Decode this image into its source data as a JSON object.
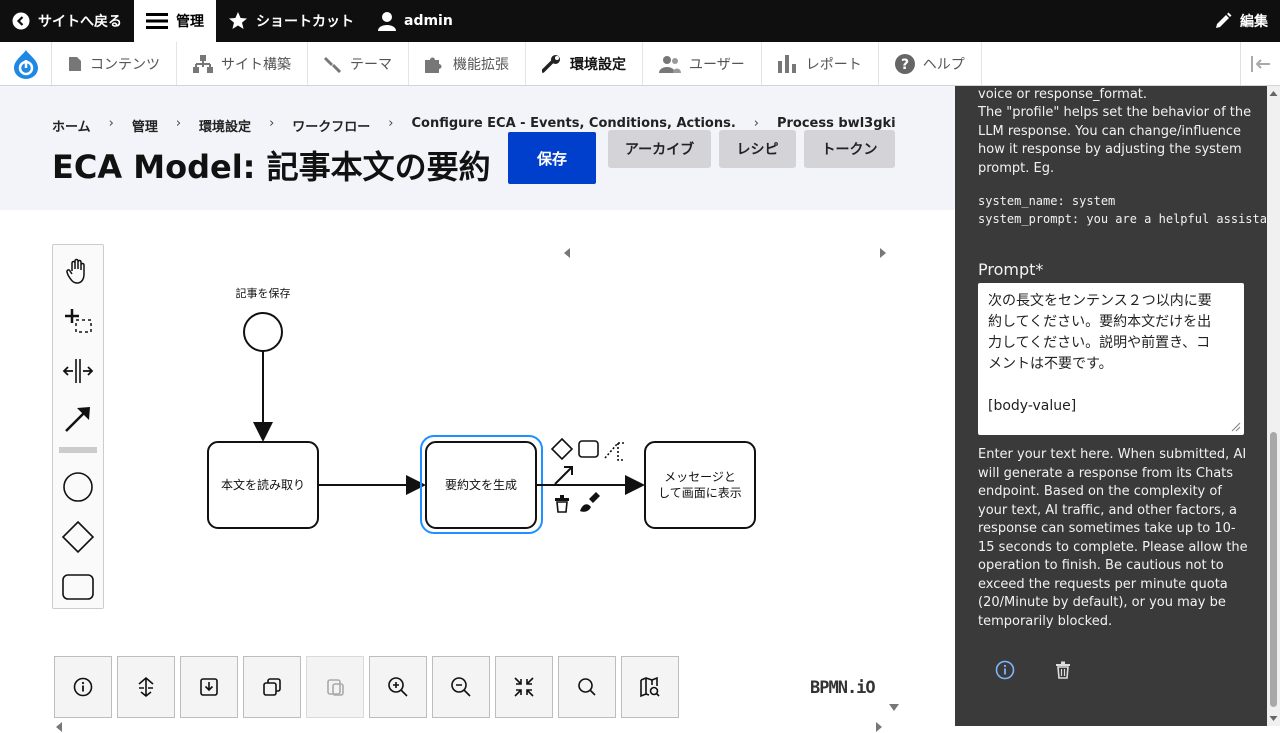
{
  "toolbar": {
    "back_label": "サイトへ戻る",
    "manage_label": "管理",
    "shortcuts_label": "ショートカット",
    "user_label": "admin",
    "edit_label": "編集"
  },
  "tray": {
    "items": [
      {
        "label": "コンテンツ",
        "icon": "file-icon"
      },
      {
        "label": "サイト構築",
        "icon": "structure-icon"
      },
      {
        "label": "テーマ",
        "icon": "brush-icon"
      },
      {
        "label": "機能拡張",
        "icon": "puzzle-icon"
      },
      {
        "label": "環境設定",
        "icon": "wrench-icon"
      },
      {
        "label": "ユーザー",
        "icon": "people-icon"
      },
      {
        "label": "レポート",
        "icon": "bar-chart-icon"
      },
      {
        "label": "ヘルプ",
        "icon": "help-icon"
      }
    ]
  },
  "breadcrumb": [
    "ホーム",
    "管理",
    "環境設定",
    "ワークフロー",
    "Configure ECA - Events, Conditions, Actions.",
    "Process bwl3gki"
  ],
  "page": {
    "title": "ECA Model: 記事本文の要約",
    "save_label": "保存",
    "archive_label": "アーカイブ",
    "recipe_label": "レシピ",
    "token_label": "トークン"
  },
  "diagram": {
    "start_event_label": "記事を保存",
    "task1": "本文を読み取り",
    "task2": "要約文を生成",
    "task3_line1": "メッセージと",
    "task3_line2": "して画面に表示",
    "logo": "BPMN.iO"
  },
  "panel": {
    "top_line": "voice or response_format.",
    "profile_text_1": "The \"profile\" helps set the behavior of the",
    "profile_text_2": "LLM response. You can change/influence",
    "profile_text_3": "how it response by adjusting the system",
    "profile_text_4": "prompt. Eg.",
    "code_1": "system_name: system",
    "code_2": "system_prompt: you are a helpful assistant",
    "prompt_label": "Prompt*",
    "prompt_line1": "次の長文をセンテンス２つ以内に要",
    "prompt_line2": "約してください。要約本文だけを出",
    "prompt_line3": "力してください。説明や前置き、コ",
    "prompt_line4": "メントは不要です。",
    "prompt_line5": "[body-value]",
    "help_1": "Enter your text here. When submitted, AI",
    "help_2": "will generate a response from its Chats",
    "help_3": "endpoint. Based on the complexity of",
    "help_4": "your text, AI traffic, and other factors, a",
    "help_5": "response can sometimes take up to 10-",
    "help_6": "15 seconds to complete. Please allow the",
    "help_7": "operation to finish. Be cautious not to",
    "help_8": "exceed the requests per minute quota",
    "help_9": "(20/Minute by default), or you may be",
    "help_10": "temporarily blocked."
  },
  "colors": {
    "toolbar_bg": "#0f0f0f",
    "primary_button": "#003ecc",
    "selection": "#1e90ff",
    "panel_bg": "#3a3a3a"
  }
}
